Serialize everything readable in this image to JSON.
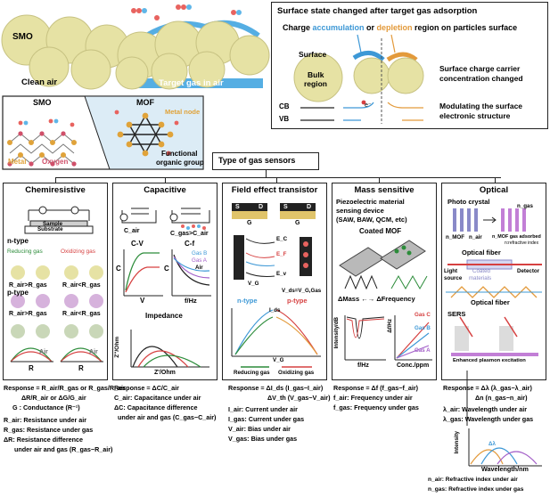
{
  "colors": {
    "sphere": "#e6e2a4",
    "gas_band": "#55aee3",
    "accumulation": "#3d98d6",
    "depletion": "#e39a3b",
    "mof_bg": "#dcecf6",
    "metal_label": "#e0a33a",
    "oxygen_label": "#d0506a"
  },
  "top": {
    "smo_label": "SMO",
    "clean_air": "Clean air",
    "target_gas": "Target gas in air",
    "surface_title": "Surface state changed after target gas adsorption",
    "charge_line": {
      "prefix": "Charge ",
      "accumulation": "accumulation",
      "or": " or ",
      "depletion": "depletion",
      "suffix": " region on particles surface"
    },
    "surface": "Surface",
    "bulk": "Bulk",
    "region": "region",
    "cb": "CB",
    "vb": "VB",
    "e_minus": "e⁻",
    "surface_charge_1": "Surface charge carrier",
    "surface_charge_2": "concentration changed",
    "modulating_1": "Modulating the surface",
    "modulating_2": "electronic structure"
  },
  "materials": {
    "smo": "SMO",
    "mof": "MOF",
    "metal_node": "Metal node",
    "metal": "Metal",
    "oxygen": "Oxygen",
    "functional_1": "Functional",
    "functional_2": "organic group"
  },
  "sensor_types_title": "Type of gas sensors",
  "panels": {
    "chemiresistive": {
      "title": "Chemiresistive",
      "sample": "Sample",
      "substrate": "Substrate",
      "ntype": "n-type",
      "reducing_gas": "Reducing gas",
      "oxidizing_gas": "Oxidizing gas",
      "n_left": "R_air>R_gas",
      "n_right": "R_air<R_gas",
      "ptype": "p-type",
      "p_left": "R_air>R_gas",
      "p_right": "R_air<R_gas",
      "air": "Air",
      "r": "R",
      "response_1": "Response = R_air/R_gas or R_gas/R_air",
      "response_2": "ΔR/R_air or ΔG/G_air",
      "response_3": "G : Conductance (R⁻¹)",
      "def_1": "R_air: Resistance under air",
      "def_2": "R_gas: Resistance under gas",
      "def_3": "ΔR: Resistance difference",
      "def_4": "under air and gas (R_gas−R_air)"
    },
    "capacitive": {
      "title": "Capacitive",
      "c_air": "C_air",
      "c_compare": "C_gas>C_air",
      "cv": "C-V",
      "cf": "C-f",
      "c_axis": "C",
      "v_axis": "V",
      "fhz": "f/Hz",
      "gas_b": "Gas B",
      "gas_a": "Gas A",
      "air": "Air",
      "impedance": "Impedance",
      "zpp": "Z''/Ohm",
      "zp": "Z'/Ohm",
      "response_1": "Response = ΔC/C_air",
      "def_1": "C_air: Capacitance under air",
      "def_2": "ΔC: Capacitance difference",
      "def_3": "under air and gas (C_gas−C_air)"
    },
    "fet": {
      "title": "Field effect transistor",
      "s": "S",
      "d": "D",
      "g": "G",
      "ec": "E_C",
      "ef": "E_F",
      "ev": "E_v",
      "vg_label": "V_G",
      "vds_label": "V_ds=V_G,Gas",
      "ntype": "n-type",
      "ptype": "p-type",
      "ids": "I_ds",
      "reducing": "Reducing gas",
      "oxidizing": "Oxidizing gas",
      "response_1": "Response = ΔI_ds (I_gas−I_air)",
      "response_2": "ΔV_th (V_gas−V_air)",
      "def_1": "I_air: Current under air",
      "def_2": "I_gas: Current under gas",
      "def_3": "V_air: Bias under air",
      "def_4": "V_gas: Bias under gas"
    },
    "mass": {
      "title": "Mass sensitive",
      "desc_1": "Piezoelectric material",
      "desc_2": "sensing device",
      "desc_3": "(SAW, BAW, QCM, etc)",
      "coated": "Coated MOF",
      "dmass": "ΔMass ←→ ΔFrequency",
      "intensity": "Intensity/dB",
      "fhz": "f/Hz",
      "df": "Δf/Hz",
      "conc": "Conc./ppm",
      "gas_c": "Gas C",
      "gas_b": "Gas B",
      "gas_a": "Gas A",
      "response_1": "Response = Δf (f_gas−f_air)",
      "def_1": "f_air: Frequency under air",
      "def_2": "f_gas: Frequency under gas"
    },
    "optical": {
      "title": "Optical",
      "photo_crystal": "Photo crystal",
      "n_gas": "n_gas",
      "n_mof": "n_MOF",
      "n_air": "n_air",
      "n_mof_gas": "n_MOF gas adsorbed",
      "n_ri": "n:refractive index",
      "fiber_1": "Optical fiber",
      "light_source_1": "Light",
      "light_source_2": "source",
      "coated_1": "Coated",
      "coated_2": "materials",
      "detector": "Detector",
      "fiber_2": "Optical fiber",
      "sers": "SERS",
      "plasmon": "Enhanced plasmon excitation",
      "response_1": "Response = Δλ (λ_gas−λ_air)",
      "response_2": "Δn (n_gas−n_air)",
      "def_1": "λ_air: Wavelength under air",
      "def_2": "λ_gas: Wavelength under gas",
      "intensity": "Intensity",
      "wavelength": "Wavelength/nm",
      "dl": "Δλ",
      "def_3": "n_air: Refractive index under air",
      "def_4": "n_gas: Refractive index under gas"
    }
  }
}
